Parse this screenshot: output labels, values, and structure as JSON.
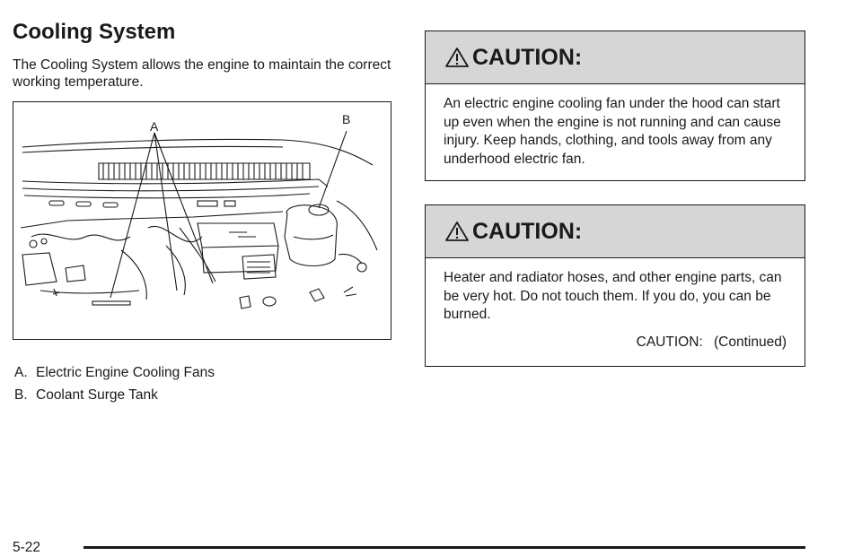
{
  "section": {
    "title": "Cooling System",
    "intro": "The Cooling System allows the engine to maintain the correct working temperature."
  },
  "figure": {
    "callouts": [
      "A",
      "B"
    ],
    "legend": [
      {
        "key": "A.",
        "text": "Electric Engine Cooling Fans"
      },
      {
        "key": "B.",
        "text": "Coolant Surge Tank"
      }
    ]
  },
  "cautions": [
    {
      "heading": "CAUTION:",
      "body": "An electric engine cooling fan under the hood can start up even when the engine is not running and can cause injury. Keep hands, clothing, and tools away from any underhood electric fan."
    },
    {
      "heading": "CAUTION:",
      "body": "Heater and radiator hoses, and other engine parts, can be very hot. Do not touch them. If you do, you can be burned.",
      "continued": "CAUTION: (Continued)"
    }
  ],
  "footer": {
    "page_number": "5-22"
  }
}
